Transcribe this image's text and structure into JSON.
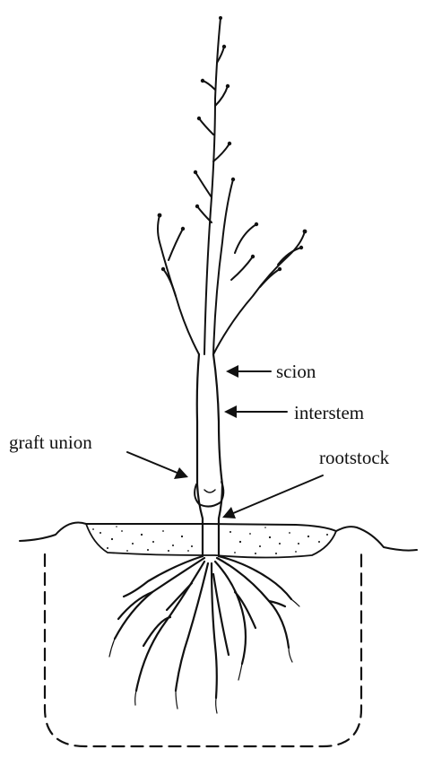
{
  "labels": {
    "scion": "scion",
    "interstem": "interstem",
    "graft_union": "graft union",
    "rootstock": "rootstock"
  },
  "colors": {
    "ink": "#111111",
    "background": "#ffffff"
  }
}
